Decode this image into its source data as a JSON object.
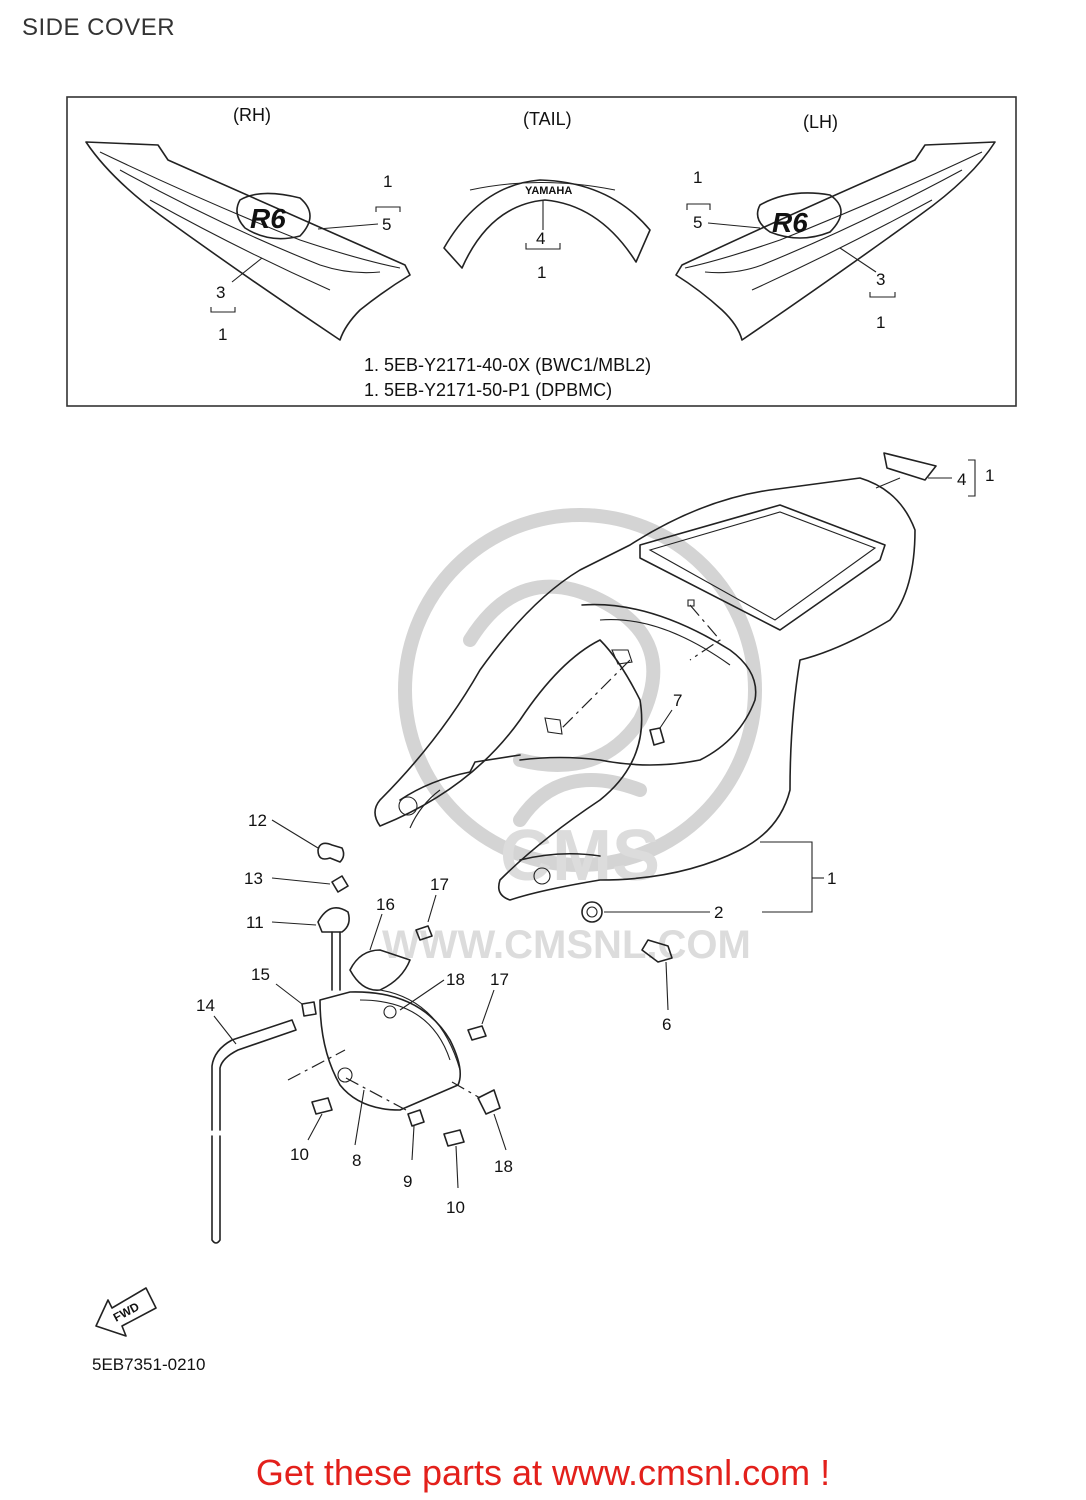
{
  "header": {
    "title": "SIDE COVER"
  },
  "inset": {
    "labels": {
      "rh": "(RH)",
      "tail": "(TAIL)",
      "lh": "(LH)"
    },
    "graphic_text": {
      "brand": "YAMAHA",
      "model_rh": "R6",
      "model_lh": "R6"
    },
    "part_notes": [
      "1. 5EB-Y2171-40-0X (BWC1/MBL2)",
      "1. 5EB-Y2171-50-P1 (DPBMC)"
    ]
  },
  "callouts": {
    "inset_rh": [
      "1",
      "5",
      "3",
      "1"
    ],
    "inset_tail": [
      "4",
      "1"
    ],
    "inset_lh": [
      "1",
      "5",
      "3",
      "1"
    ],
    "main": [
      "4",
      "1",
      "7",
      "12",
      "13",
      "11",
      "16",
      "17",
      "1",
      "2",
      "15",
      "18",
      "17",
      "14",
      "6",
      "10",
      "8",
      "9",
      "18",
      "10"
    ]
  },
  "watermark": {
    "text": "WWW.CMSNL.COM",
    "logo": "CMS"
  },
  "fwd_label": "FWD",
  "diagram_code": "5EB7351-0210",
  "footer": {
    "banner": "Get these parts at www.cmsnl.com !"
  }
}
